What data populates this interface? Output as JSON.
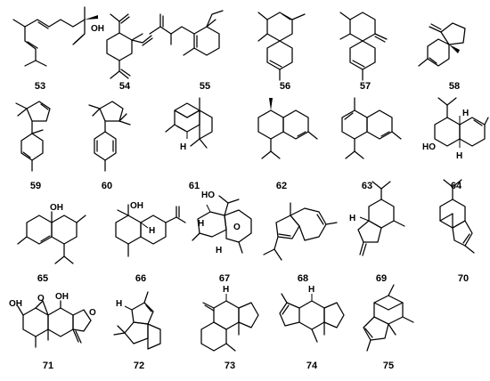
{
  "compounds": [
    {
      "id": "53",
      "labels": [
        "OH"
      ]
    },
    {
      "id": "54",
      "labels": []
    },
    {
      "id": "55",
      "labels": []
    },
    {
      "id": "56",
      "labels": []
    },
    {
      "id": "57",
      "labels": []
    },
    {
      "id": "58",
      "labels": []
    },
    {
      "id": "59",
      "labels": []
    },
    {
      "id": "60",
      "labels": []
    },
    {
      "id": "61",
      "labels": [
        "H"
      ]
    },
    {
      "id": "62",
      "labels": []
    },
    {
      "id": "63",
      "labels": []
    },
    {
      "id": "64",
      "labels": [
        "H",
        "HO",
        "H"
      ]
    },
    {
      "id": "65",
      "labels": [
        "OH"
      ]
    },
    {
      "id": "66",
      "labels": [
        "OH",
        "H"
      ]
    },
    {
      "id": "67",
      "labels": [
        "HO",
        "H",
        "O",
        "H"
      ]
    },
    {
      "id": "68",
      "labels": []
    },
    {
      "id": "69",
      "labels": [
        "H"
      ]
    },
    {
      "id": "70",
      "labels": []
    },
    {
      "id": "71",
      "labels": [
        "OH",
        "O",
        "OH",
        "O"
      ]
    },
    {
      "id": "72",
      "labels": [
        "H"
      ]
    },
    {
      "id": "73",
      "labels": [
        "H"
      ]
    },
    {
      "id": "74",
      "labels": [
        "H"
      ]
    },
    {
      "id": "75",
      "labels": []
    }
  ]
}
